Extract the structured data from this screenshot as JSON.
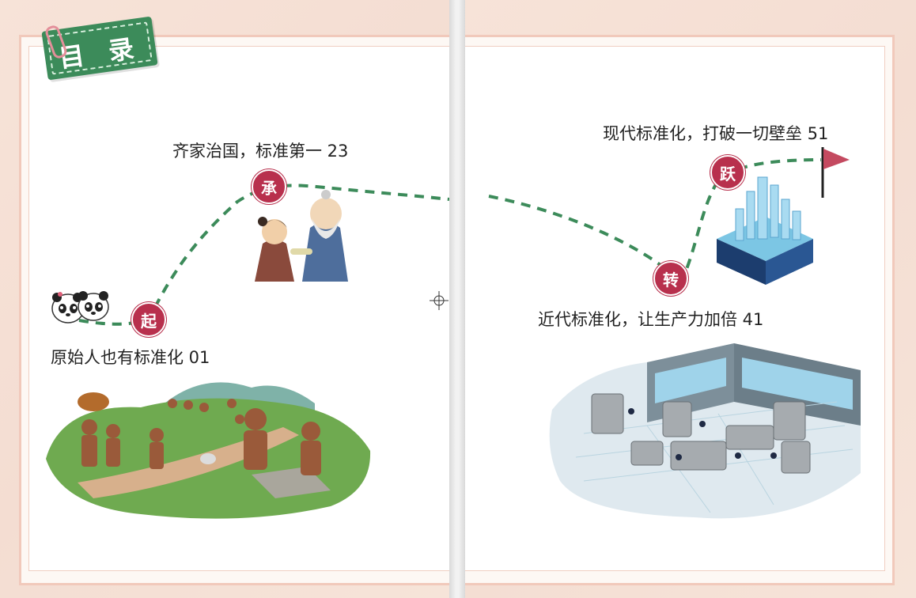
{
  "toc": {
    "title": "目 录"
  },
  "chapters": [
    {
      "badge": "起",
      "label": "原始人也有标准化 01"
    },
    {
      "badge": "承",
      "label": "齐家治国，标准第一 23"
    },
    {
      "badge": "转",
      "label": "近代标准化，让生产力加倍 41"
    },
    {
      "badge": "跃",
      "label": "现代标准化，打破一切壁垒 51"
    }
  ],
  "illustrations": {
    "primitive": "primitive-village-scene",
    "confucius": "elder-and-child-scene",
    "factory": "factory-floor-scene",
    "city": "modern-city-model",
    "pandas": "panda-mascots",
    "flag": "finish-flag-icon"
  },
  "colors": {
    "accent_red": "#b8304d",
    "path_green": "#3c8b5a",
    "tag_green": "#3c8b5a"
  }
}
